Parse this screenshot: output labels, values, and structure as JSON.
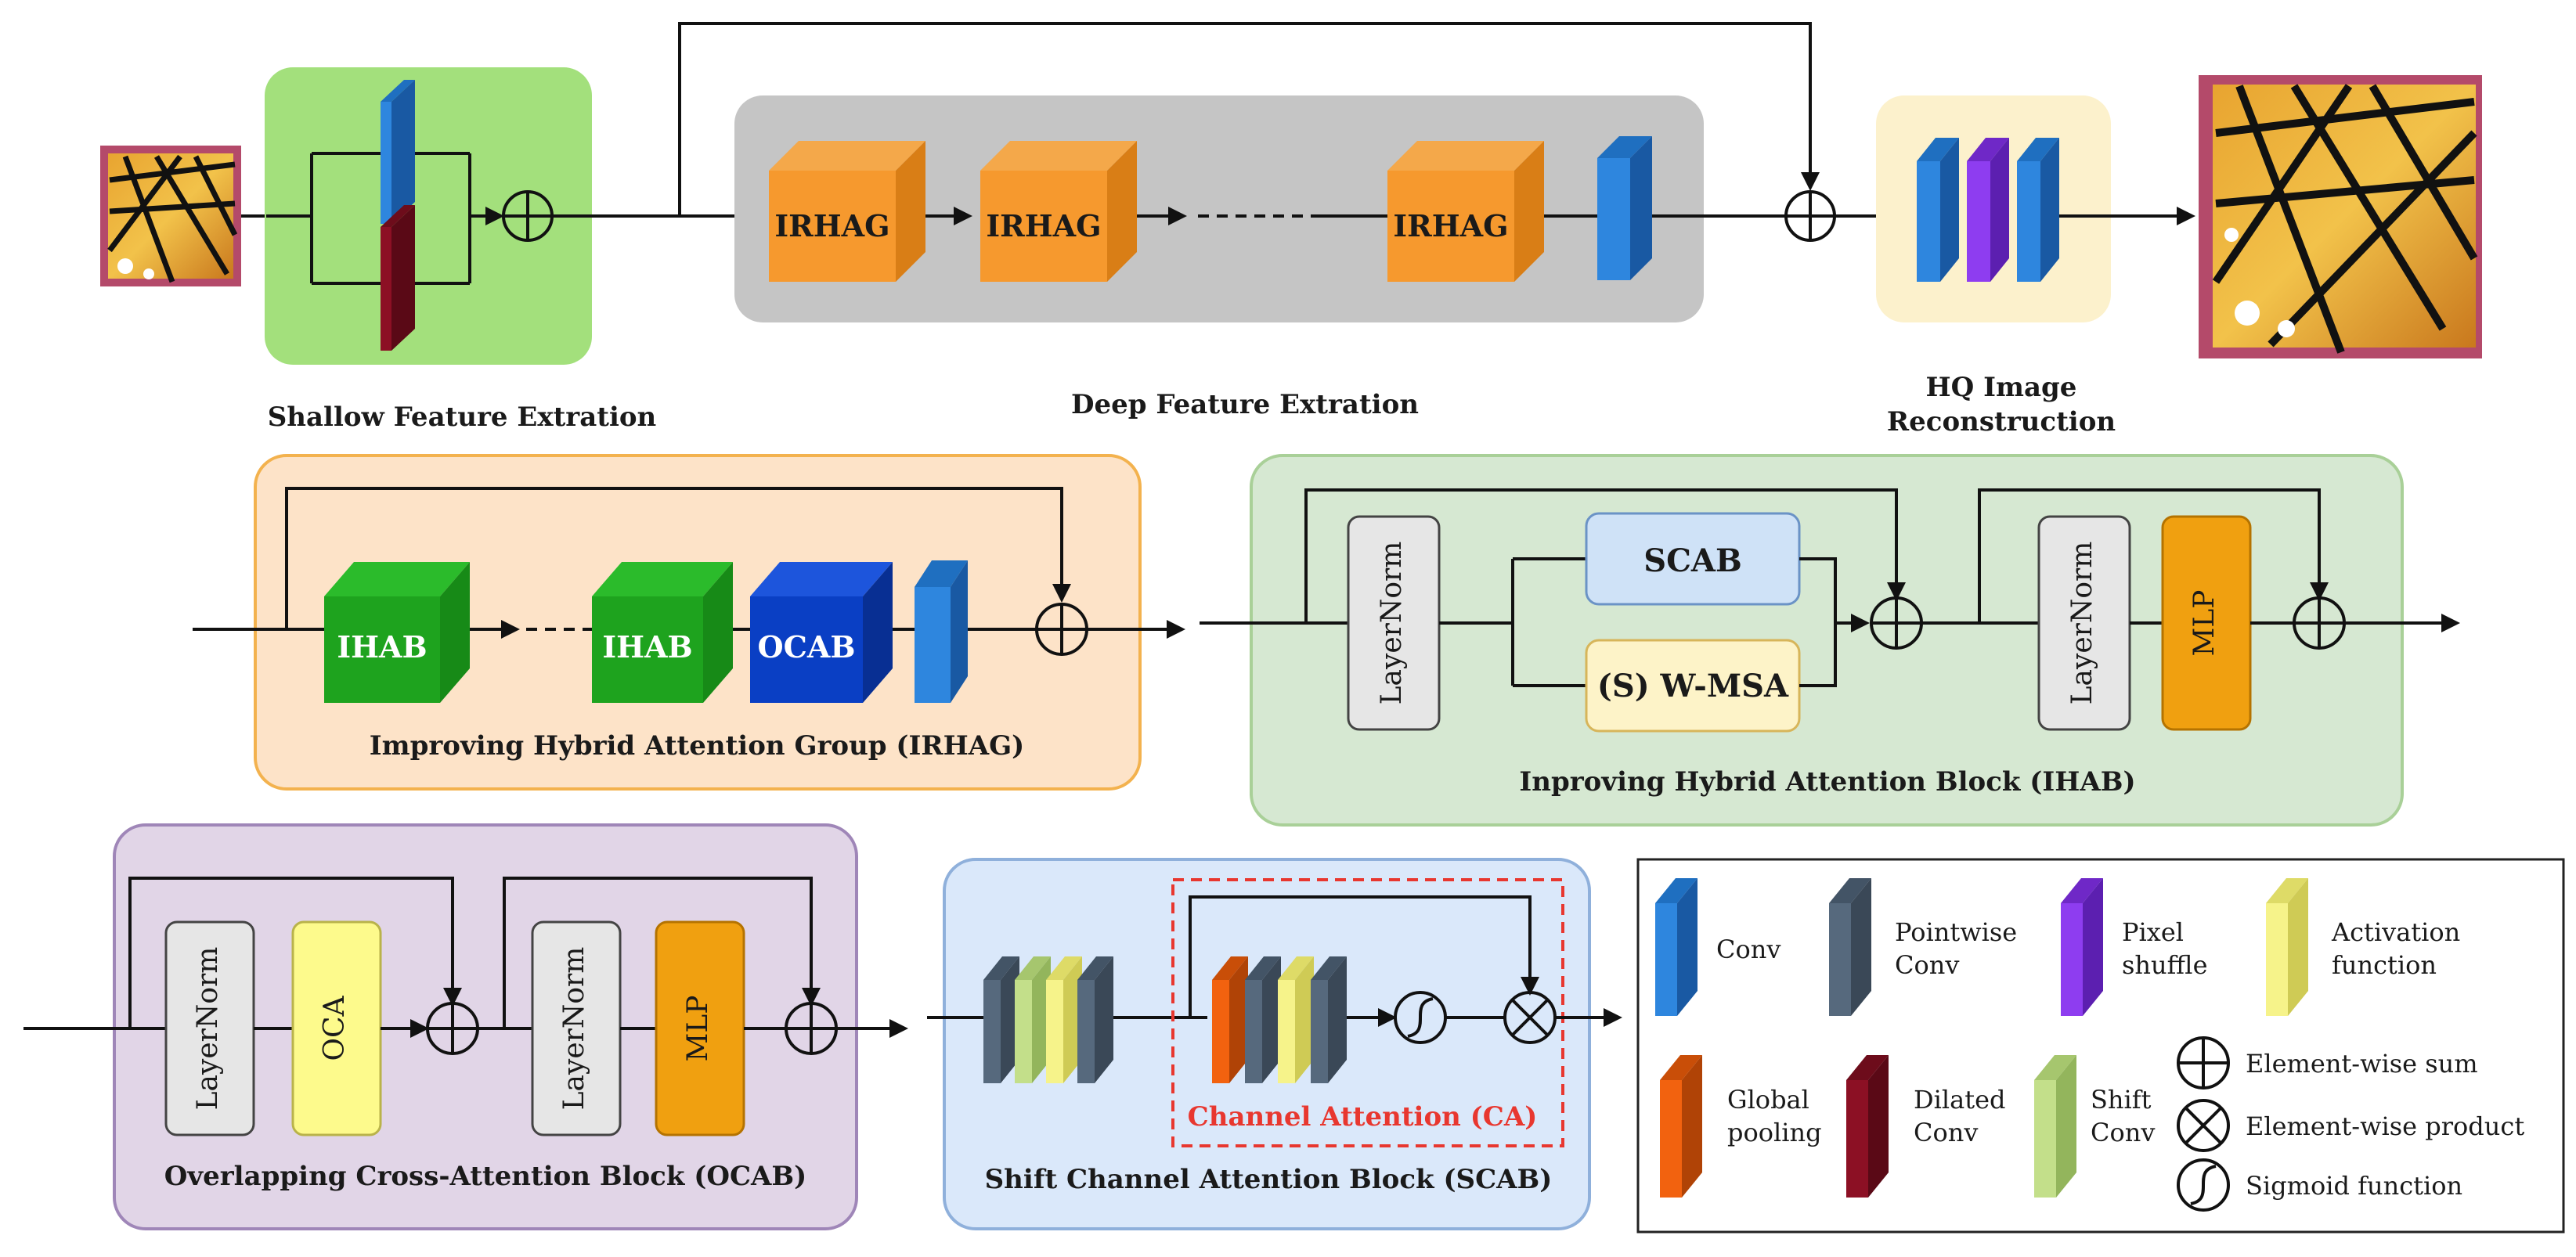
{
  "top": {
    "shallow_label": "Shallow Feature Extration",
    "deep_label": "Deep Feature Extration",
    "hq_label_1": "HQ Image",
    "hq_label_2": "Reconstruction",
    "irhag": "IRHAG"
  },
  "irhag_panel": {
    "ihab": "IHAB",
    "ocab": "OCAB",
    "caption": "Improving Hybrid Attention Group (IRHAG)"
  },
  "ihab_panel": {
    "layernorm": "LayerNorm",
    "scab": "SCAB",
    "wmsa": "(S) W-MSA",
    "mlp": "MLP",
    "caption": "Inproving Hybrid Attention Block (IHAB)"
  },
  "ocab_panel": {
    "layernorm": "LayerNorm",
    "oca": "OCA",
    "mlp": "MLP",
    "caption": "Overlapping Cross-Attention Block (OCAB)"
  },
  "scab_panel": {
    "ca_label": "Channel Attention (CA)",
    "caption": "Shift Channel Attention Block (SCAB)"
  },
  "legend": {
    "conv": "Conv",
    "pointwise_1": "Pointwise",
    "pointwise_2": "Conv",
    "pixel_1": "Pixel",
    "pixel_2": "shuffle",
    "act_1": "Activation",
    "act_2": "function",
    "gp_1": "Global",
    "gp_2": "pooling",
    "dil_1": "Dilated",
    "dil_2": "Conv",
    "shift_1": "Shift",
    "shift_2": "Conv",
    "sum": "Element-wise sum",
    "product": "Element-wise product",
    "sigmoid": "Sigmoid function"
  },
  "colors": {
    "conv": "#2e86de",
    "pointwise": "#56697d",
    "pixel_shuffle": "#8e3df0",
    "activation": "#f6f38a",
    "global_pool": "#f2620f",
    "dilated": "#8c1024",
    "shift_conv": "#c3df8a",
    "irhag": "#f6992e",
    "ihab": "#1ea31e",
    "ocab": "#0a3fc4"
  }
}
